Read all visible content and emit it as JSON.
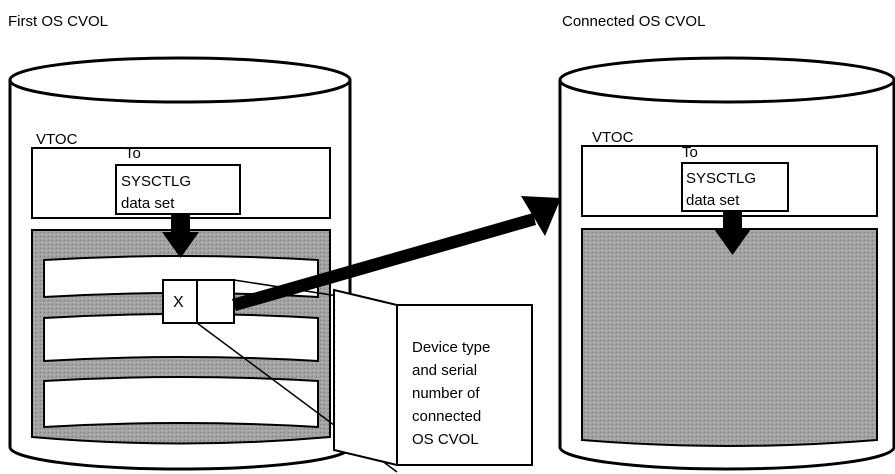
{
  "left_cylinder": {
    "title": "First OS CVOL",
    "vtoc_label": "VTOC",
    "to_label": "To",
    "sysctlg_label": "SYSCTLG",
    "dataset_label": "data set",
    "entry_marker": "X"
  },
  "right_cylinder": {
    "title": "Connected OS CVOL",
    "vtoc_label": "VTOC",
    "to_label": "To",
    "sysctlg_label": "SYSCTLG",
    "dataset_label": "data set"
  },
  "callout": {
    "lines": [
      "Device type",
      "and serial",
      "number of",
      "connected",
      "OS CVOL"
    ]
  },
  "colors": {
    "line": "#000000",
    "shaded_fill": "#a9a9a9",
    "background": "#ffffff"
  }
}
